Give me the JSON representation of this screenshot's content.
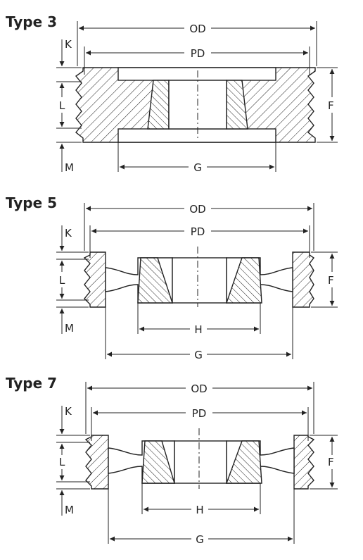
{
  "types": [
    {
      "title": "Type 3",
      "labels": {
        "od": "OD",
        "pd": "PD",
        "k": "K",
        "l": "L",
        "m": "M",
        "f": "F",
        "g": "G"
      }
    },
    {
      "title": "Type 5",
      "labels": {
        "od": "OD",
        "pd": "PD",
        "k": "K",
        "l": "L",
        "m": "M",
        "f": "F",
        "h": "H",
        "g": "G"
      }
    },
    {
      "title": "Type 7",
      "labels": {
        "od": "OD",
        "pd": "PD",
        "k": "K",
        "l": "L",
        "m": "M",
        "f": "F",
        "h": "H",
        "g": "G"
      }
    }
  ]
}
